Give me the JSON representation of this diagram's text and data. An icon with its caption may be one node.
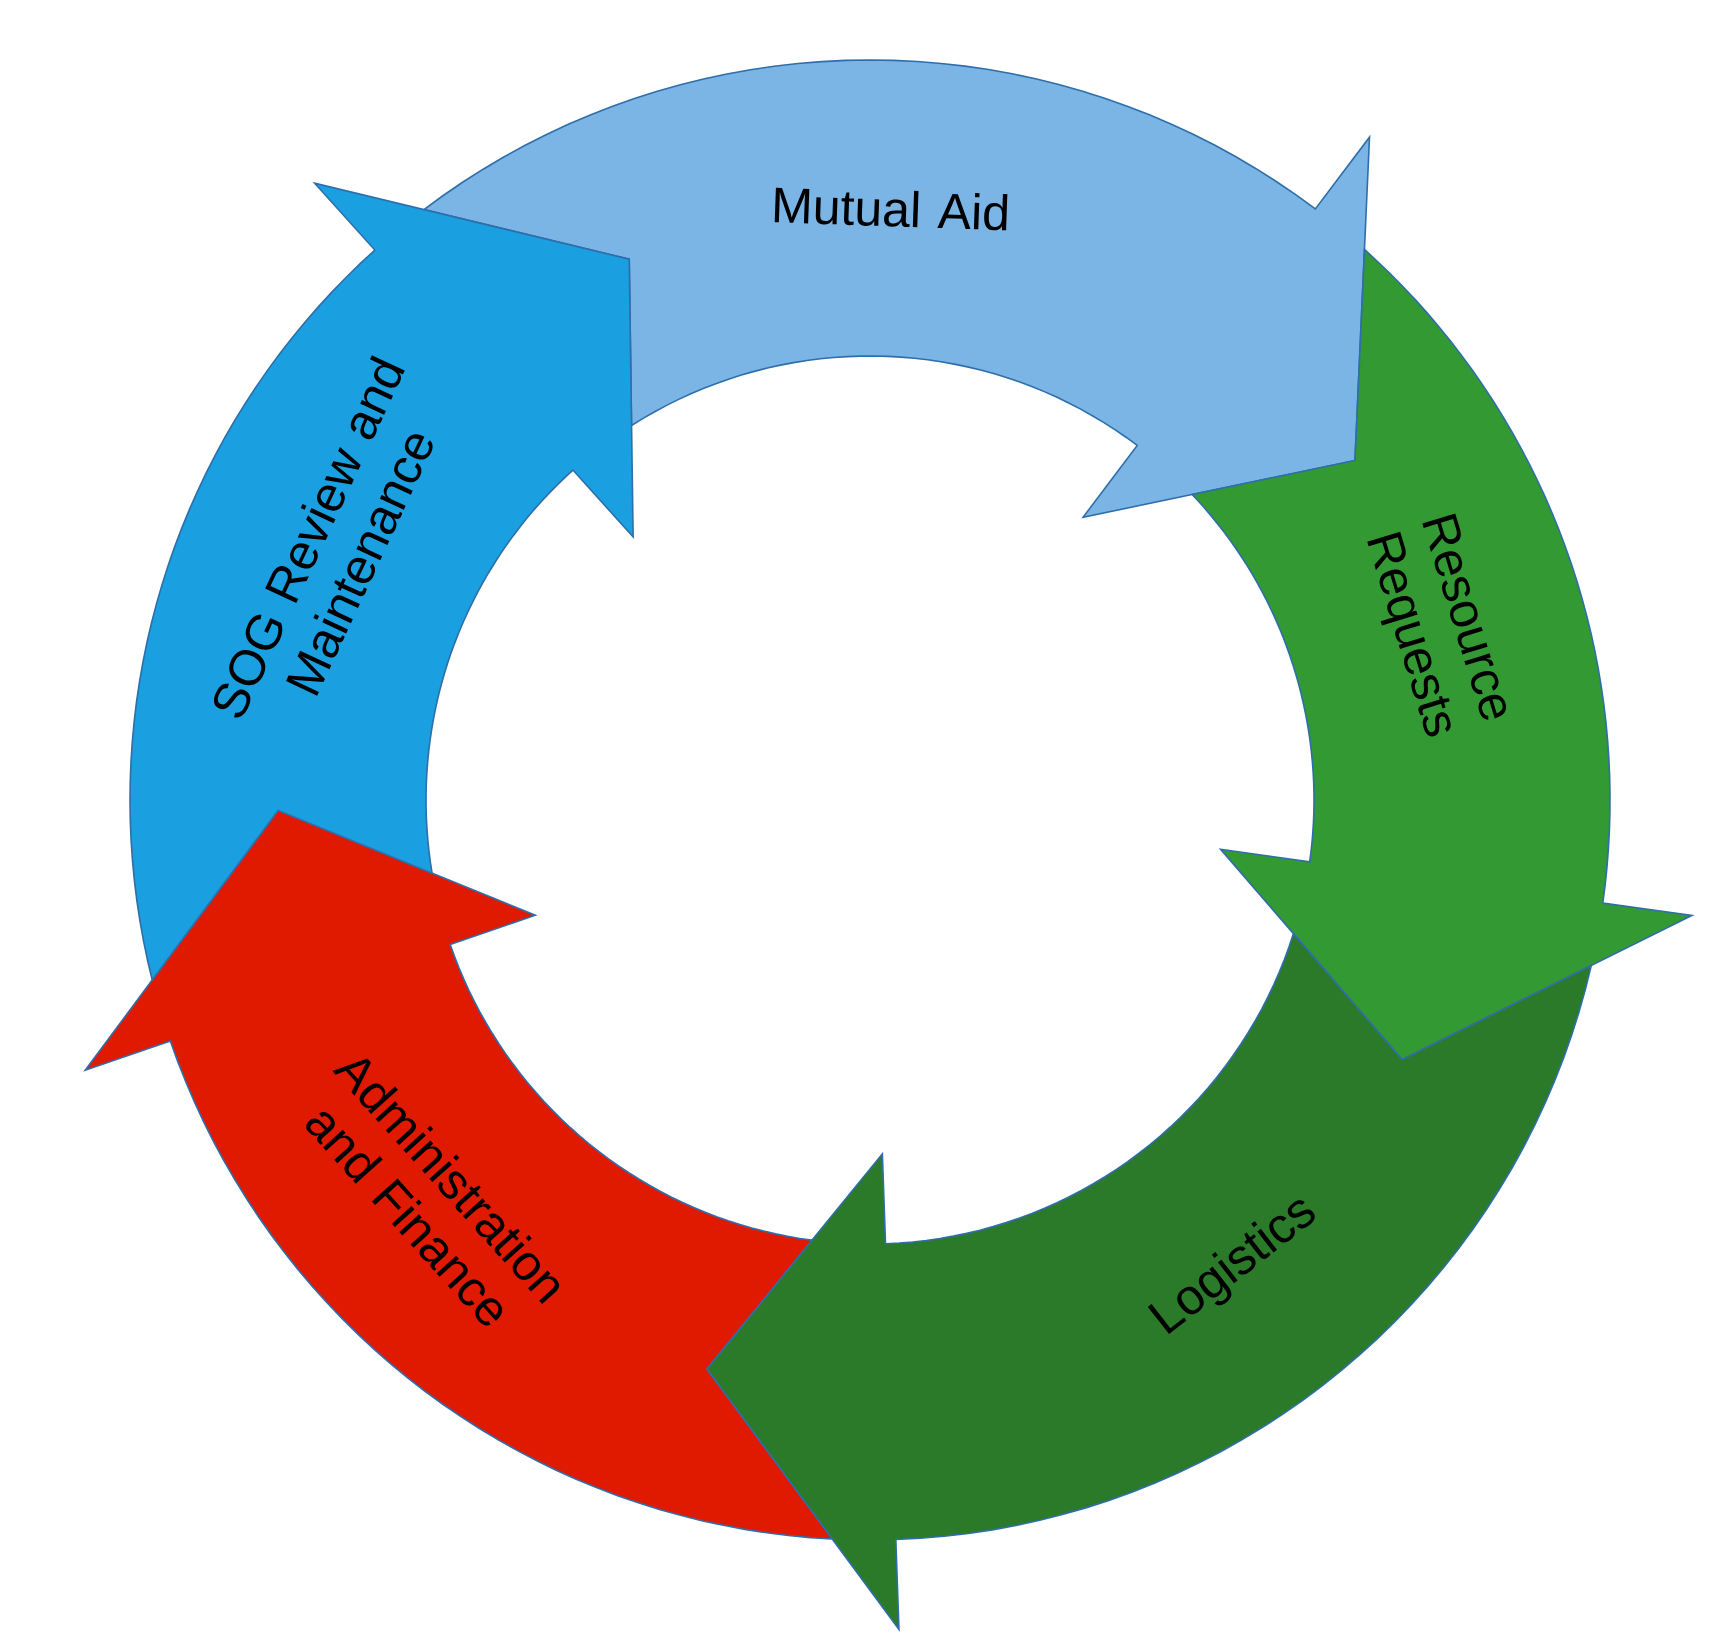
{
  "diagram": {
    "nodes": [
      {
        "text": [
          "Mutual Aid"
        ]
      },
      {
        "text": [
          "Resource Requests"
        ]
      },
      {
        "text": [
          "Logistics"
        ]
      },
      {
        "text": [
          "Administration and Finance"
        ]
      },
      {
        "text": [
          "SOG Review and Maintenance"
        ]
      }
    ]
  }
}
